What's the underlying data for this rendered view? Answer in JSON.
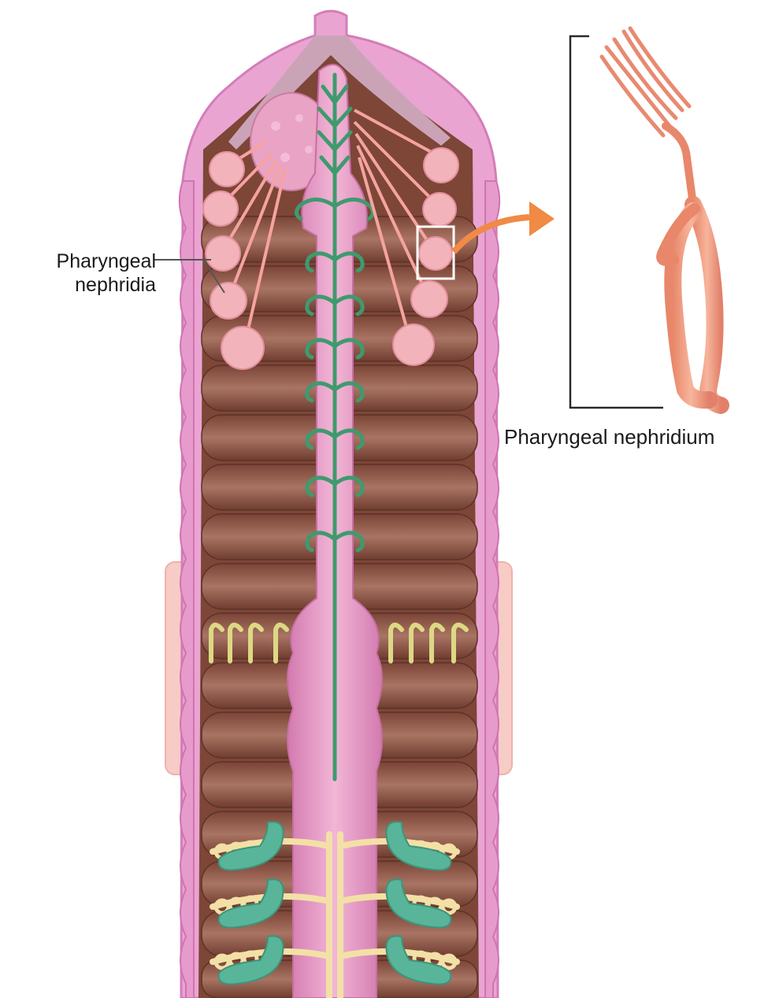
{
  "labels": {
    "pharyngeal_nephridia_line1": "Pharyngeal",
    "pharyngeal_nephridia_line2": "nephridia",
    "pharyngeal_nephridium": "Pharyngeal nephridium"
  },
  "colors": {
    "body_wall": "#e9a6d3",
    "body_wall_edge": "#d57fb8",
    "interior": "#7f4a3c",
    "segment_band": "#a56a58",
    "pharynx": "#e89bc6",
    "pharynx_edge": "#c76ea4",
    "nephridium": "#f2b3bb",
    "nephridium_tube": "#f5a3a0",
    "blood_vessel": "#3f9a6e",
    "nephridium_detail": "#ee9a7a",
    "arrow": "#f08a45",
    "clitellum": "#f6c4c0",
    "yellow_nephridia": "#dcd884",
    "septal_nephridia": "#58b59a",
    "nerve_cord": "#f3e0a6"
  }
}
